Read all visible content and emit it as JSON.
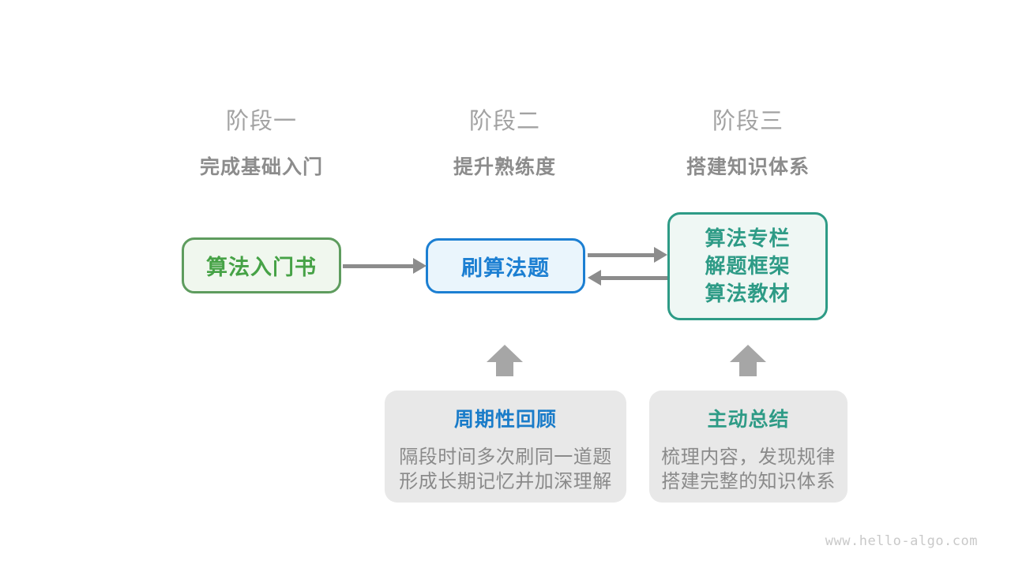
{
  "stages": [
    {
      "name": "阶段一",
      "subtitle": "完成基础入门"
    },
    {
      "name": "阶段二",
      "subtitle": "提升熟练度"
    },
    {
      "name": "阶段三",
      "subtitle": "搭建知识体系"
    }
  ],
  "nodes": {
    "book": {
      "label": "算法入门书"
    },
    "practice": {
      "label": "刷算法题"
    },
    "resources": {
      "lines": [
        "算法专栏",
        "解题框架",
        "算法教材"
      ]
    }
  },
  "callouts": {
    "review": {
      "title": "周期性回顾",
      "lines": [
        "隔段时间多次刷同一道题",
        "形成长期记忆并加深理解"
      ]
    },
    "summary": {
      "title": "主动总结",
      "lines": [
        "梳理内容，发现规律",
        "搭建完整的知识体系"
      ]
    }
  },
  "watermark": "www.hello-algo.com",
  "colors": {
    "stage_name": "#a2a2a2",
    "stage_subtitle": "#8c8c8c",
    "green_border": "#5e9c5e",
    "green_bg": "#f0f7ee",
    "green_text": "#46a246",
    "blue_border": "#1c7fd2",
    "blue_bg": "#eaf5fc",
    "blue_text": "#1c7fd2",
    "teal_border": "#2e9b86",
    "teal_bg": "#eff7f4",
    "teal_text": "#2e9b86",
    "callout_bg": "#e8e8e8",
    "callout_title_blue": "#1a7cc9",
    "callout_title_teal": "#2e9b86",
    "callout_body_text": "#8a8a8a",
    "arrow": "#8c8c8c",
    "block_arrow": "#a6a6a6",
    "watermark": "#c9c9c9"
  }
}
